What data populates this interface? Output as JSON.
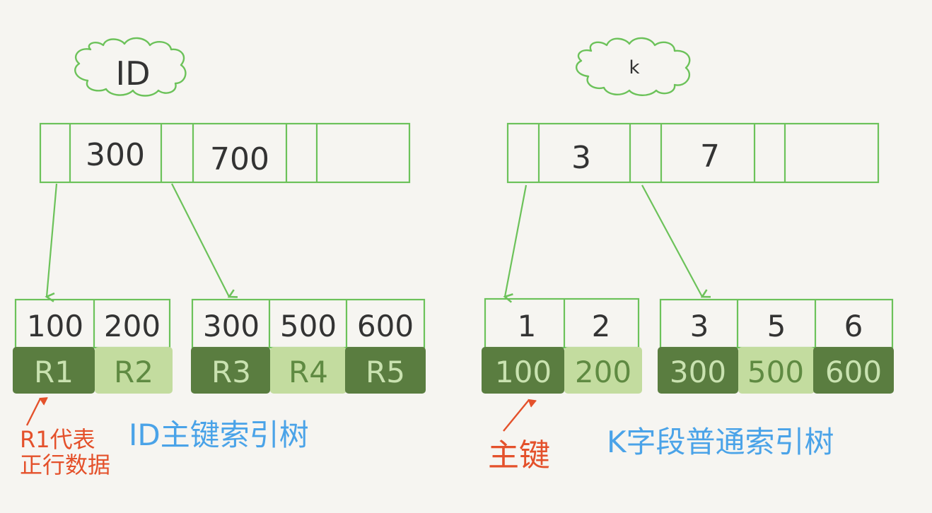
{
  "colors": {
    "stroke": "#6cc25a",
    "dark": "#5a7d40",
    "dark_text": "#c9e2b0",
    "light": "#c3dc9f",
    "light_text": "#5f8a42",
    "blue": "#4aa3e8",
    "red": "#e4512b",
    "text": "#333333"
  },
  "left_tree": {
    "cloud_label": "ID",
    "root_keys": [
      "300",
      "700"
    ],
    "leaf1": {
      "keys": [
        "100",
        "200"
      ],
      "values": [
        "R1",
        "R2"
      ]
    },
    "leaf2": {
      "keys": [
        "300",
        "500",
        "600"
      ],
      "values": [
        "R3",
        "R4",
        "R5"
      ]
    },
    "caption": "ID主键索引树",
    "note_line1": "R1代表",
    "note_line2": "正行数据"
  },
  "right_tree": {
    "cloud_label": "k",
    "root_keys": [
      "3",
      "7"
    ],
    "leaf1": {
      "keys": [
        "1",
        "2"
      ],
      "values": [
        "100",
        "200"
      ]
    },
    "leaf2": {
      "keys": [
        "3",
        "5",
        "6"
      ],
      "values": [
        "300",
        "500",
        "600"
      ]
    },
    "caption": "K字段普通索引树",
    "note": "主键"
  }
}
